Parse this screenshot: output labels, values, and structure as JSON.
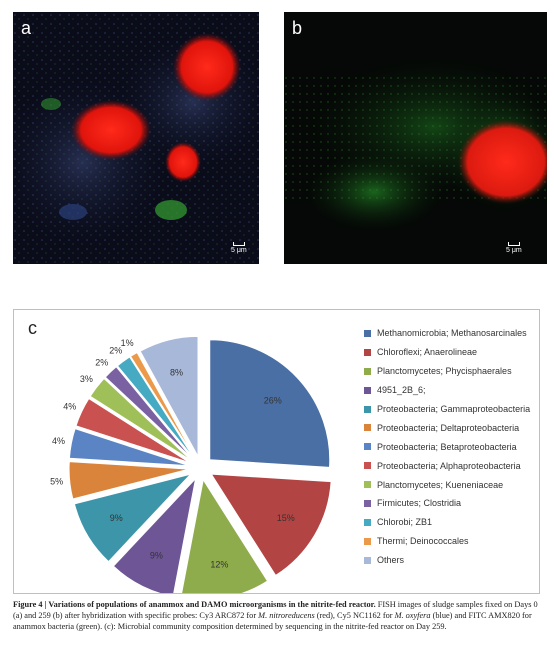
{
  "figure": {
    "panel_a_label": "a",
    "panel_b_label": "b",
    "panel_c_label": "c",
    "scale_a": "5 μm",
    "scale_b": "5 μm"
  },
  "chart_data": {
    "type": "pie",
    "exploded": true,
    "categories": [
      "Methanomicrobia; Methanosarcinales",
      "Chloroflexi; Anaerolineae",
      "Planctomycetes; Phycisphaerales",
      "4951_2B_6;",
      "Proteobacteria; Gammaproteobacteria",
      "Proteobacteria; Deltaproteobacteria",
      "Proteobacteria; Betaproteobacteria",
      "Proteobacteria; Alphaproteobacteria",
      "Planctomycetes; Kueneniaceae",
      "Firmicutes; Clostridia",
      "Chlorobi; ZB1",
      "Thermi; Deinococcales",
      "Others"
    ],
    "values": [
      26,
      15,
      12,
      9,
      9,
      5,
      4,
      4,
      3,
      2,
      2,
      1,
      8
    ],
    "labels": [
      "26%",
      "15%",
      "12%",
      "9%",
      "9%",
      "5%",
      "4%",
      "4%",
      "3%",
      "2%",
      "2%",
      "1%",
      "8%"
    ],
    "colors": [
      "#4a6fa5",
      "#b24443",
      "#8fac4d",
      "#6e5596",
      "#3c95a9",
      "#d9843a",
      "#5b84c4",
      "#c9514f",
      "#9fbf59",
      "#7a62a2",
      "#45aac2",
      "#ea9a4a",
      "#a8b8d8"
    ],
    "legend_position": "right"
  },
  "caption": {
    "title": "Figure 4 | Variations of populations of anammox and DAMO microorganisms in the nitrite-fed reactor.",
    "t1": " FISH images of sludge samples fixed on Days 0 (a) and 259 (b) after hybridization with specific probes: Cy3 ARC872 for ",
    "s1": "M. nitroreducens",
    "t2": " (red), Cy5 NC1162 for ",
    "s2": "M. oxyfera",
    "t3": " (blue) and FITC AMX820 for anammox bacteria (green). (c): Microbial community composition determined by sequencing in the nitrite-fed reactor on Day 259."
  }
}
